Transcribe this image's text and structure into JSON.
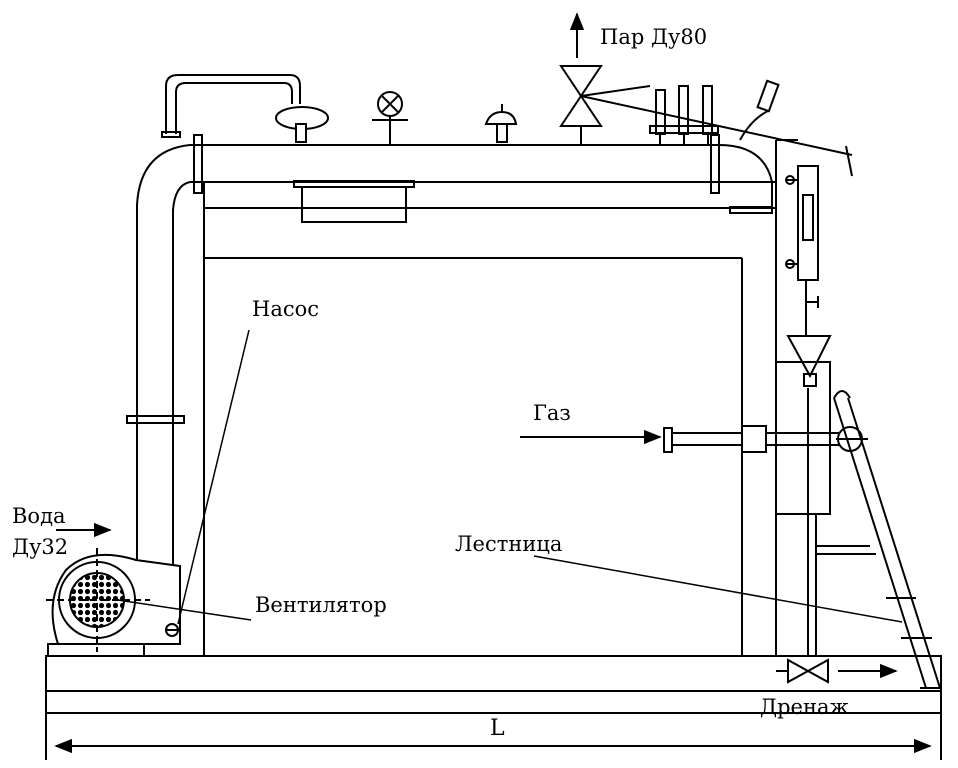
{
  "labels": {
    "steam": "Пар Ду80",
    "pump": "Насос",
    "gas": "Газ",
    "water_line1": "Вода",
    "water_line2": "Ду32",
    "ladder": "Лестница",
    "fan": "Вентилятор",
    "drain": "Дренаж",
    "length": "L"
  },
  "colors": {
    "line": "#000000",
    "background": "#ffffff"
  }
}
